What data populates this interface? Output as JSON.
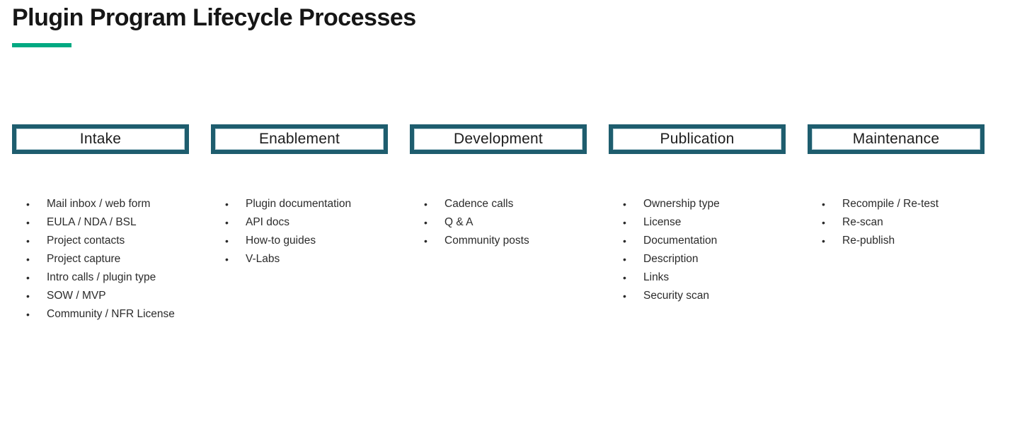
{
  "slide": {
    "title": "Plugin Program Lifecycle Processes"
  },
  "colors": {
    "accent_green": "#01A982",
    "box_border_teal": "#1E5D6E",
    "box_inner_edge": "#BCD3DA",
    "title_text": "#161616",
    "body_text": "#2B2B2B"
  },
  "bullet_glyph": "•",
  "columns": [
    {
      "label": "Intake",
      "items": [
        "Mail inbox / web form",
        "EULA / NDA / BSL",
        "Project contacts",
        "Project capture",
        "Intro calls / plugin type",
        "SOW / MVP",
        "Community / NFR License"
      ]
    },
    {
      "label": "Enablement",
      "items": [
        "Plugin documentation",
        "API docs",
        "How-to guides",
        "V-Labs"
      ]
    },
    {
      "label": "Development",
      "items": [
        "Cadence calls",
        "Q & A",
        "Community posts"
      ]
    },
    {
      "label": "Publication",
      "items": [
        "Ownership type",
        "License",
        "Documentation",
        "Description",
        "Links",
        "Security scan"
      ]
    },
    {
      "label": "Maintenance",
      "items": [
        "Recompile / Re-test",
        "Re-scan",
        "Re-publish"
      ]
    }
  ]
}
